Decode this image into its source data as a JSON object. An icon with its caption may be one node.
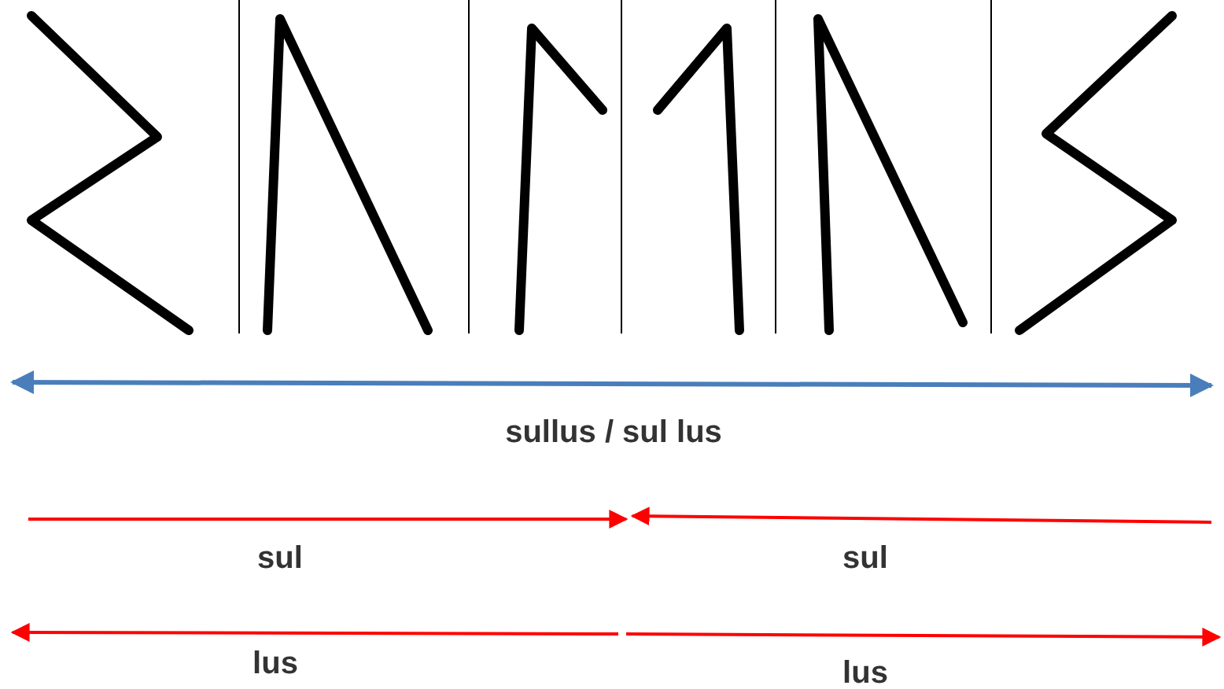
{
  "diagram": {
    "labels": [
      "sullus / sul lus",
      "sul",
      "sul",
      "lus",
      "lus"
    ]
  }
}
